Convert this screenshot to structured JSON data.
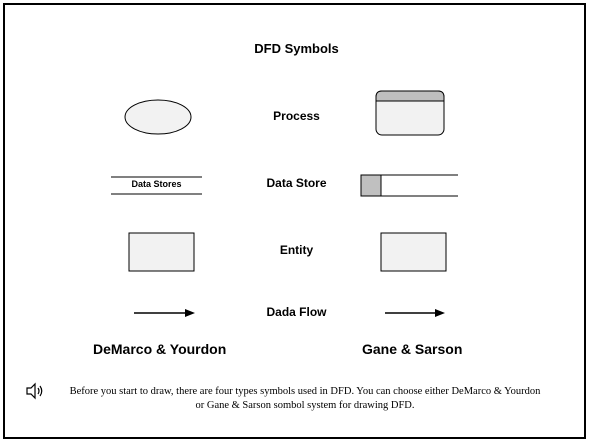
{
  "title": "DFD Symbols",
  "rows": {
    "process": "Process",
    "data_store": "Data Store",
    "entity": "Entity",
    "data_flow": "Dada Flow"
  },
  "demarco_store_text": "Data Stores",
  "columns": {
    "left": "DeMarco & Yourdon",
    "right": "Gane & Sarson"
  },
  "note": "Before you start to draw, there are four types symbols used in DFD. You can choose either DeMarco & Yourdon or Gane & Sarson sombol system for drawing DFD.",
  "icons": {
    "audio": "speaker-icon"
  }
}
